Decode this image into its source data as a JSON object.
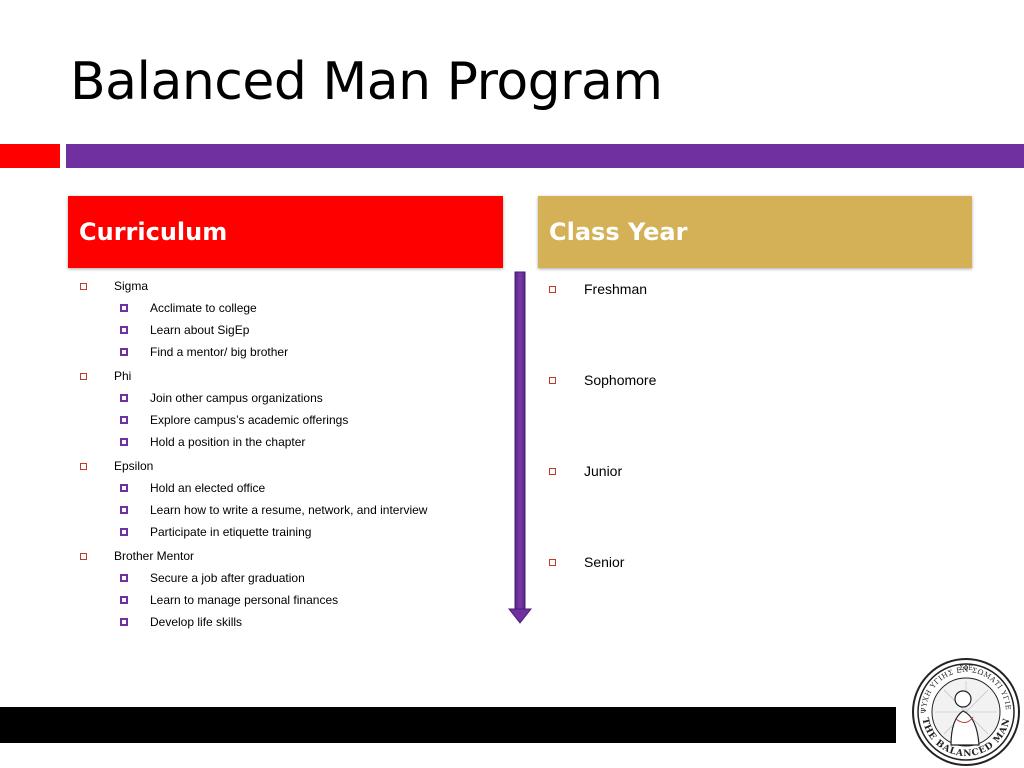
{
  "slide": {
    "title": "Balanced Man Program",
    "colors": {
      "red": "#ff0000",
      "purple": "#7030a0",
      "gold": "#d4b057",
      "black": "#000000",
      "bullet_red": "#c0392b"
    }
  },
  "left_column": {
    "header": "Curriculum",
    "items": [
      {
        "label": "Sigma",
        "subitems": [
          "Acclimate to college",
          "Learn about SigEp",
          "Find a mentor/ big brother"
        ]
      },
      {
        "label": "Phi",
        "subitems": [
          "Join other campus organizations",
          "Explore campus’s academic offerings",
          "Hold a position in the chapter"
        ]
      },
      {
        "label": "Epsilon",
        "subitems": [
          "Hold an elected office",
          "Learn how to write a resume, network, and interview",
          "Participate in etiquette training"
        ]
      },
      {
        "label": "Brother Mentor",
        "subitems": [
          "Secure a job after graduation",
          "Learn to manage personal finances",
          "Develop life skills"
        ]
      }
    ]
  },
  "right_column": {
    "header": "Class Year",
    "items": [
      "Freshman",
      "Sophomore",
      "Junior",
      "Senior"
    ]
  },
  "logo": {
    "icon": "balanced-man-seal-icon",
    "text_top": "ΣΦΕ",
    "text_ring": "ΨΥΧΗ ΥΓΙΗΣ ΕΝ ΣΩΜΑΤΙ ΥΓΙΕΙ",
    "text_bottom": "THE BALANCED MAN"
  }
}
